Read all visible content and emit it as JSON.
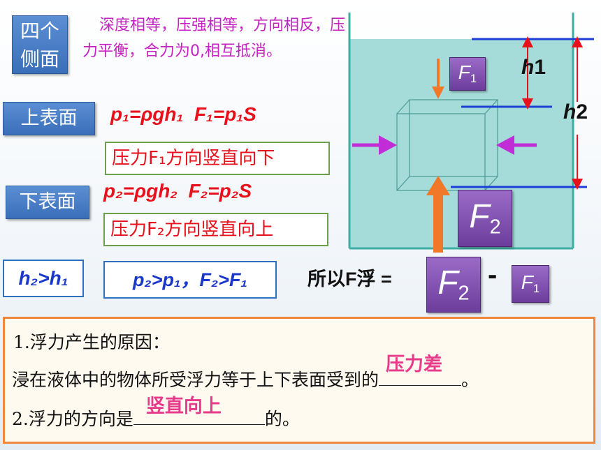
{
  "labels": {
    "sides": "四个侧面",
    "top": "上表面",
    "bottom": "下表面"
  },
  "sides_note": "深度相等，压强相等，方向相反，压力平衡，合力为0,相互抵消。",
  "formulas": {
    "top": "p₁=ρgh₁  F₁=p₁S",
    "top_dir": "压力F₁方向竖直向下",
    "bottom": "p₂=ρgh₂  F₂=p₂S",
    "bottom_dir": "压力F₂方向竖直向上",
    "h_compare": "h₂>h₁",
    "p_compare": "p₂>p₁，F₂>F₁",
    "result_prefix": "所以F浮 ="
  },
  "diagram": {
    "f1": "F1",
    "f2": "F2",
    "h1": "h1",
    "h2": "h2",
    "minus": "-"
  },
  "summary": {
    "q1_title": "1.浮力产生的原因：",
    "q1_text": "浸在液体中的物体所受浮力等于上下表面受到的",
    "q1_answer": "压力差",
    "q1_end": "。",
    "q2_text": "2.浮力的方向是",
    "q2_answer": "竖直向上",
    "q2_end": "的。"
  },
  "colors": {
    "water": "#9fd8d6",
    "vessel": "#47b3a8",
    "surface_line": "#1c3fd6",
    "arrow_red": "#e8101b",
    "arrow_orange": "#f07828",
    "arrow_purple": "#c02cd6",
    "summary_border": "#f0873a"
  }
}
